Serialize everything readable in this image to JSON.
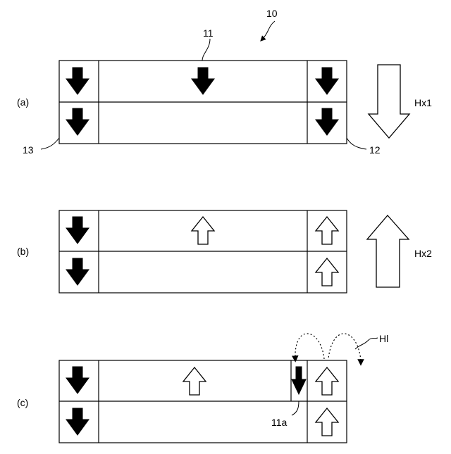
{
  "figure": {
    "panel_labels": {
      "a": "(a)",
      "b": "(b)",
      "c": "(c)"
    },
    "reference_numerals": {
      "device": "10",
      "main_layer": "11",
      "right_part": "12",
      "left_part": "13",
      "sub_region": "11a"
    },
    "field_labels": {
      "first_field": "Hx1",
      "second_field": "Hx2",
      "leakage_field": "Hl"
    },
    "icons": {
      "solid_arrow": "down-arrow-solid-icon",
      "hollow_up_arrow": "up-arrow-hollow-icon",
      "hollow_down_arrow": "down-arrow-hollow-icon",
      "curved_arrow": "curved-dotted-arrow-icon"
    }
  }
}
